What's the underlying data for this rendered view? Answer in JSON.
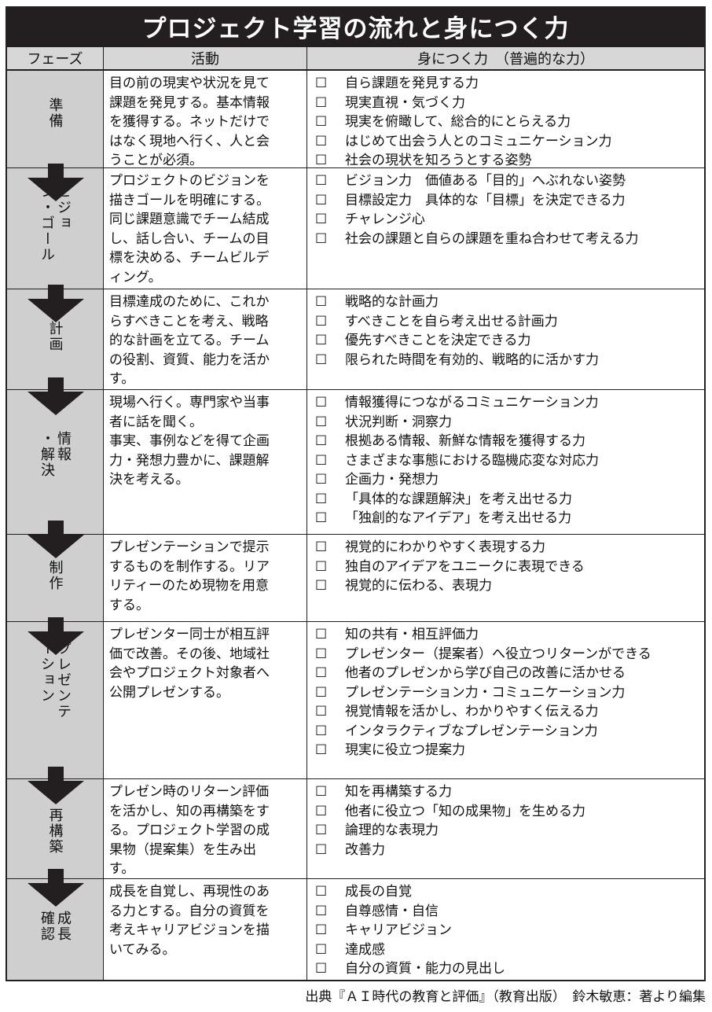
{
  "title": "プロジェクト学習の流れと身につく力",
  "headers": {
    "phase": "フェーズ",
    "activity": "活動",
    "skills": "身につく力　（普遍的な力）"
  },
  "checkbox_char": "☐",
  "rows": [
    {
      "phase": "準備",
      "activity": "目の前の現実や状況を見て\n課題を発見する。基本情報\nを獲得する。ネットだけで\nはなく現地へ行く、人と会\nうことが必須。",
      "skills": [
        "自ら課題を発見する力",
        "現実直視・気づく力",
        "現実を俯瞰して、総合的にとらえる力",
        "はじめて出会う人とのコミュニケーション力",
        "社会の現状を知ろうとする姿勢"
      ]
    },
    {
      "phase": "ビジョン・ゴール",
      "activity": "プロジェクトのビジョンを\n描きゴールを明確にする。\n同じ課題意識でチーム結成\nし、話し合い、チームの目\n標を決める、チームビルデ\nィング。",
      "skills": [
        "ビジョン力　価値ある「目的」へぶれない姿勢",
        "目標設定力　具体的な「目標」を決定できる力",
        "チャレンジ心",
        "社会の課題と自らの課題を重ね合わせて考える力"
      ]
    },
    {
      "phase": "計画",
      "activity": "目標達成のために、これか\nらすべきことを考え、戦略\n的な計画を立てる。チーム\nの役割、資質、能力を活か\nす。",
      "skills": [
        "戦略的な計画力",
        "すべきことを自ら考え出せる計画力",
        "優先すべきことを決定できる力",
        "限られた時間を有効的、戦略的に活かす力"
      ]
    },
    {
      "phase": "情報・解決策",
      "activity": "現場へ行く。専門家や当事\n者に話を聞く。\n事実、事例などを得て企画\n力・発想力豊かに、課題解\n決を考える。",
      "skills": [
        "情報獲得につながるコミュニケーション力",
        "状況判断・洞察力",
        "根拠ある情報、新鮮な情報を獲得する力",
        "さまざまな事態における臨機応変な対応力",
        "企画力・発想力",
        "「具体的な課題解決」を考え出せる力",
        "「独創的なアイデア」を考え出せる力"
      ]
    },
    {
      "phase": "制作",
      "activity": "プレゼンテーションで提示\nするものを制作する。リア\nリティーのため現物を用意\nする。",
      "skills": [
        "視覚的にわかりやすく表現する力",
        "独自のアイデアをユニークに表現できる",
        "視覚的に伝わる、表現力"
      ]
    },
    {
      "phase": "プレゼンテーション",
      "activity": "プレゼンター同士が相互評\n価で改善。その後、地域社\n会やプロジェクト対象者へ\n公開プレゼンする。",
      "skills": [
        "知の共有・相互評価力",
        "プレゼンター（提案者）へ役立つリターンができる",
        "他者のプレゼンから学び自己の改善に活かせる",
        "プレゼンテーション力・コミュニケーション力",
        "視覚情報を活かし、わかりやすく伝える力",
        "インタラクティブなプレゼンテーション力",
        "現実に役立つ提案力"
      ]
    },
    {
      "phase": "再構築",
      "activity": "プレゼン時のリターン評価\nを活かし、知の再構築をす\nる。プロジェクト学習の成\n果物（提案集）を生み出\nす。",
      "skills": [
        "知を再構築する力",
        "他者に役立つ「知の成果物」を生める力",
        "論理的な表現力",
        "改善力"
      ]
    },
    {
      "phase": "成長確認",
      "activity": "成長を自覚し、再現性のあ\nる力とする。自分の資質を\n考えキャリアビジョンを描\nいてみる。",
      "skills": [
        "成長の自覚",
        "自尊感情・自信",
        "キャリアビジョン",
        "達成感",
        "自分の資質・能力の見出し"
      ]
    }
  ],
  "source": "出典『ＡＩ時代の教育と評価』（教育出版）　鈴木敏恵：著より編集"
}
